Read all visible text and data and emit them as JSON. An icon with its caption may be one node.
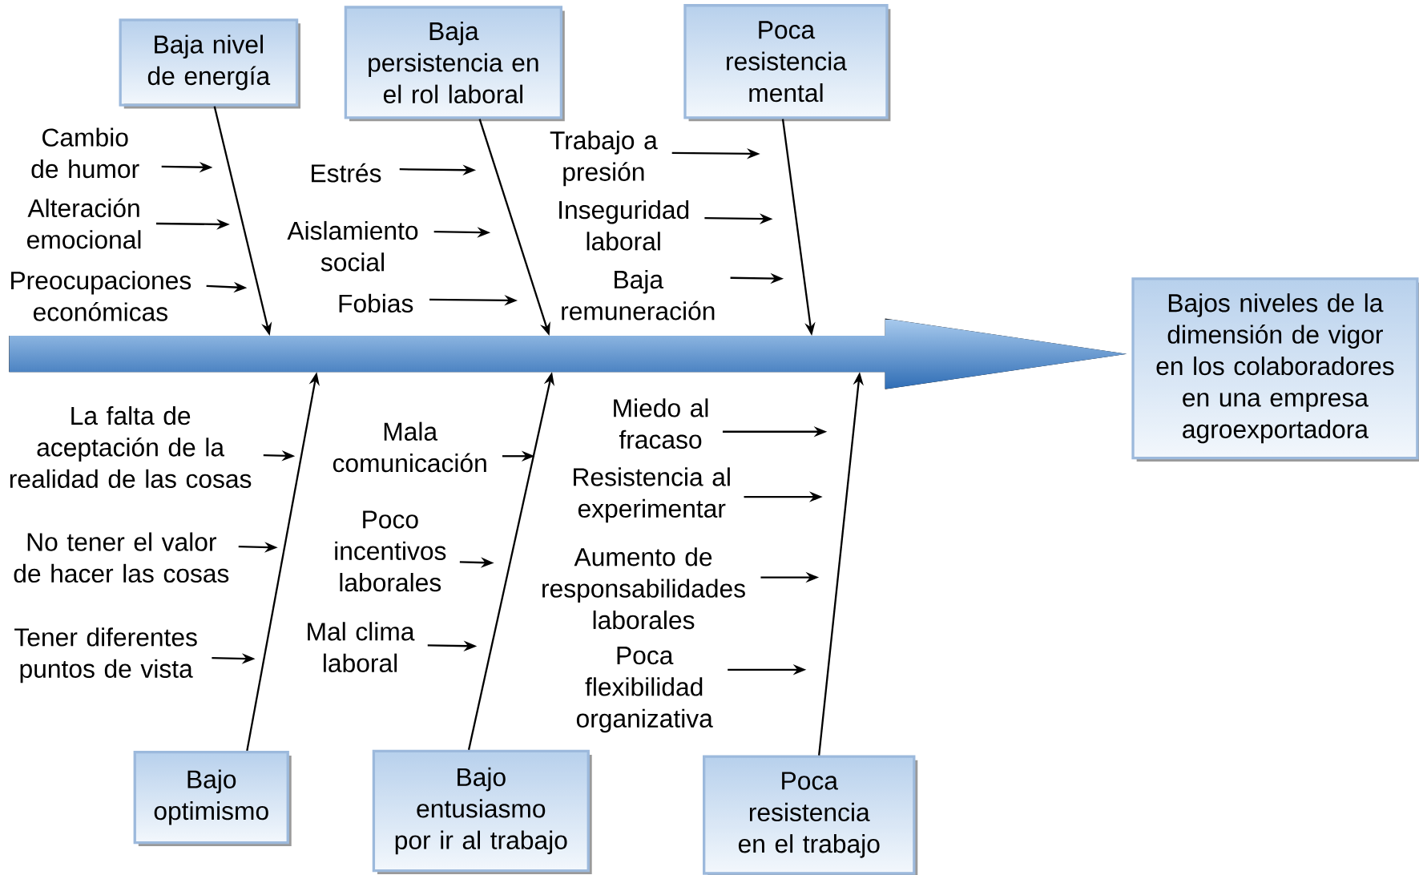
{
  "diagram": {
    "nodes": [
      {
        "text": [
          "Bajos niveles de la dimensión de vigor en los colaboradores en una empresa agroexportadora"
        ]
      },
      {
        "text": [
          "Baja nivel de energía"
        ]
      },
      {
        "text": [
          "Baja persistencia en el rol laboral"
        ]
      },
      {
        "text": [
          "Poca resistencia mental"
        ]
      },
      {
        "text": [
          "Bajo optimismo"
        ]
      },
      {
        "text": [
          "Bajo entusiasmo por ir al trabajo"
        ]
      },
      {
        "text": [
          "Poca resistencia en el trabajo"
        ]
      },
      {
        "text": [],
        "shape": "arrow"
      },
      {
        "text": [
          "Cambio de humor"
        ]
      },
      {
        "text": [
          "Alteración emocional"
        ]
      },
      {
        "text": [
          "Preocupaciones económicas"
        ]
      },
      {
        "text": [
          "Estrés"
        ]
      },
      {
        "text": [
          "Aislamiento social"
        ]
      },
      {
        "text": [
          "Fobias"
        ]
      },
      {
        "text": [
          "Trabajo a presión"
        ]
      },
      {
        "text": [
          "Inseguridad laboral"
        ]
      },
      {
        "text": [
          "Baja remuneración"
        ]
      },
      {
        "text": [
          "La falta de aceptación de la realidad de las cosas"
        ]
      },
      {
        "text": [
          "No tener el valor de hacer las cosas"
        ]
      },
      {
        "text": [
          "Tener diferentes puntos de vista"
        ]
      },
      {
        "text": [
          "Mala comunicación"
        ]
      },
      {
        "text": [
          "Poco incentivos laborales"
        ]
      },
      {
        "text": [
          "Mal clima laboral"
        ]
      },
      {
        "text": [
          "Miedo al fracaso"
        ]
      },
      {
        "text": [
          "Resistencia al experimentar"
        ]
      },
      {
        "text": [
          "Aumento de responsabilidades laborales"
        ]
      },
      {
        "text": [
          "Poca flexibilidad organizativa"
        ]
      }
    ],
    "edges": [
      {
        "from": 1,
        "to": 7,
        "arrow": "to"
      },
      {
        "from": 2,
        "to": 7,
        "arrow": "to"
      },
      {
        "from": 3,
        "to": 7,
        "arrow": "to"
      },
      {
        "from": 4,
        "to": 7,
        "arrow": "to"
      },
      {
        "from": 5,
        "to": 7,
        "arrow": "to"
      },
      {
        "from": 6,
        "to": 7,
        "arrow": "to"
      },
      {
        "from": 8,
        "to": null,
        "arrow": "to"
      },
      {
        "from": 9,
        "to": null,
        "arrow": "to"
      },
      {
        "from": 10,
        "to": null,
        "arrow": "to"
      },
      {
        "from": 11,
        "to": null,
        "arrow": "to"
      },
      {
        "from": 12,
        "to": null,
        "arrow": "to"
      },
      {
        "from": 13,
        "to": null,
        "arrow": "to"
      },
      {
        "from": 14,
        "to": null,
        "arrow": "to"
      },
      {
        "from": 15,
        "to": null,
        "arrow": "to"
      },
      {
        "from": 16,
        "to": null,
        "arrow": "to"
      },
      {
        "from": 17,
        "to": null,
        "arrow": "to"
      },
      {
        "from": 18,
        "to": null,
        "arrow": "to"
      },
      {
        "from": 19,
        "to": null,
        "arrow": "to"
      },
      {
        "from": 20,
        "to": null,
        "arrow": "to"
      },
      {
        "from": 21,
        "to": null,
        "arrow": "to"
      },
      {
        "from": 22,
        "to": null,
        "arrow": "to"
      },
      {
        "from": 23,
        "to": null,
        "arrow": "to"
      },
      {
        "from": 24,
        "to": null,
        "arrow": "to"
      },
      {
        "from": 25,
        "to": null,
        "arrow": "to"
      },
      {
        "from": 26,
        "to": null,
        "arrow": "to"
      }
    ]
  }
}
